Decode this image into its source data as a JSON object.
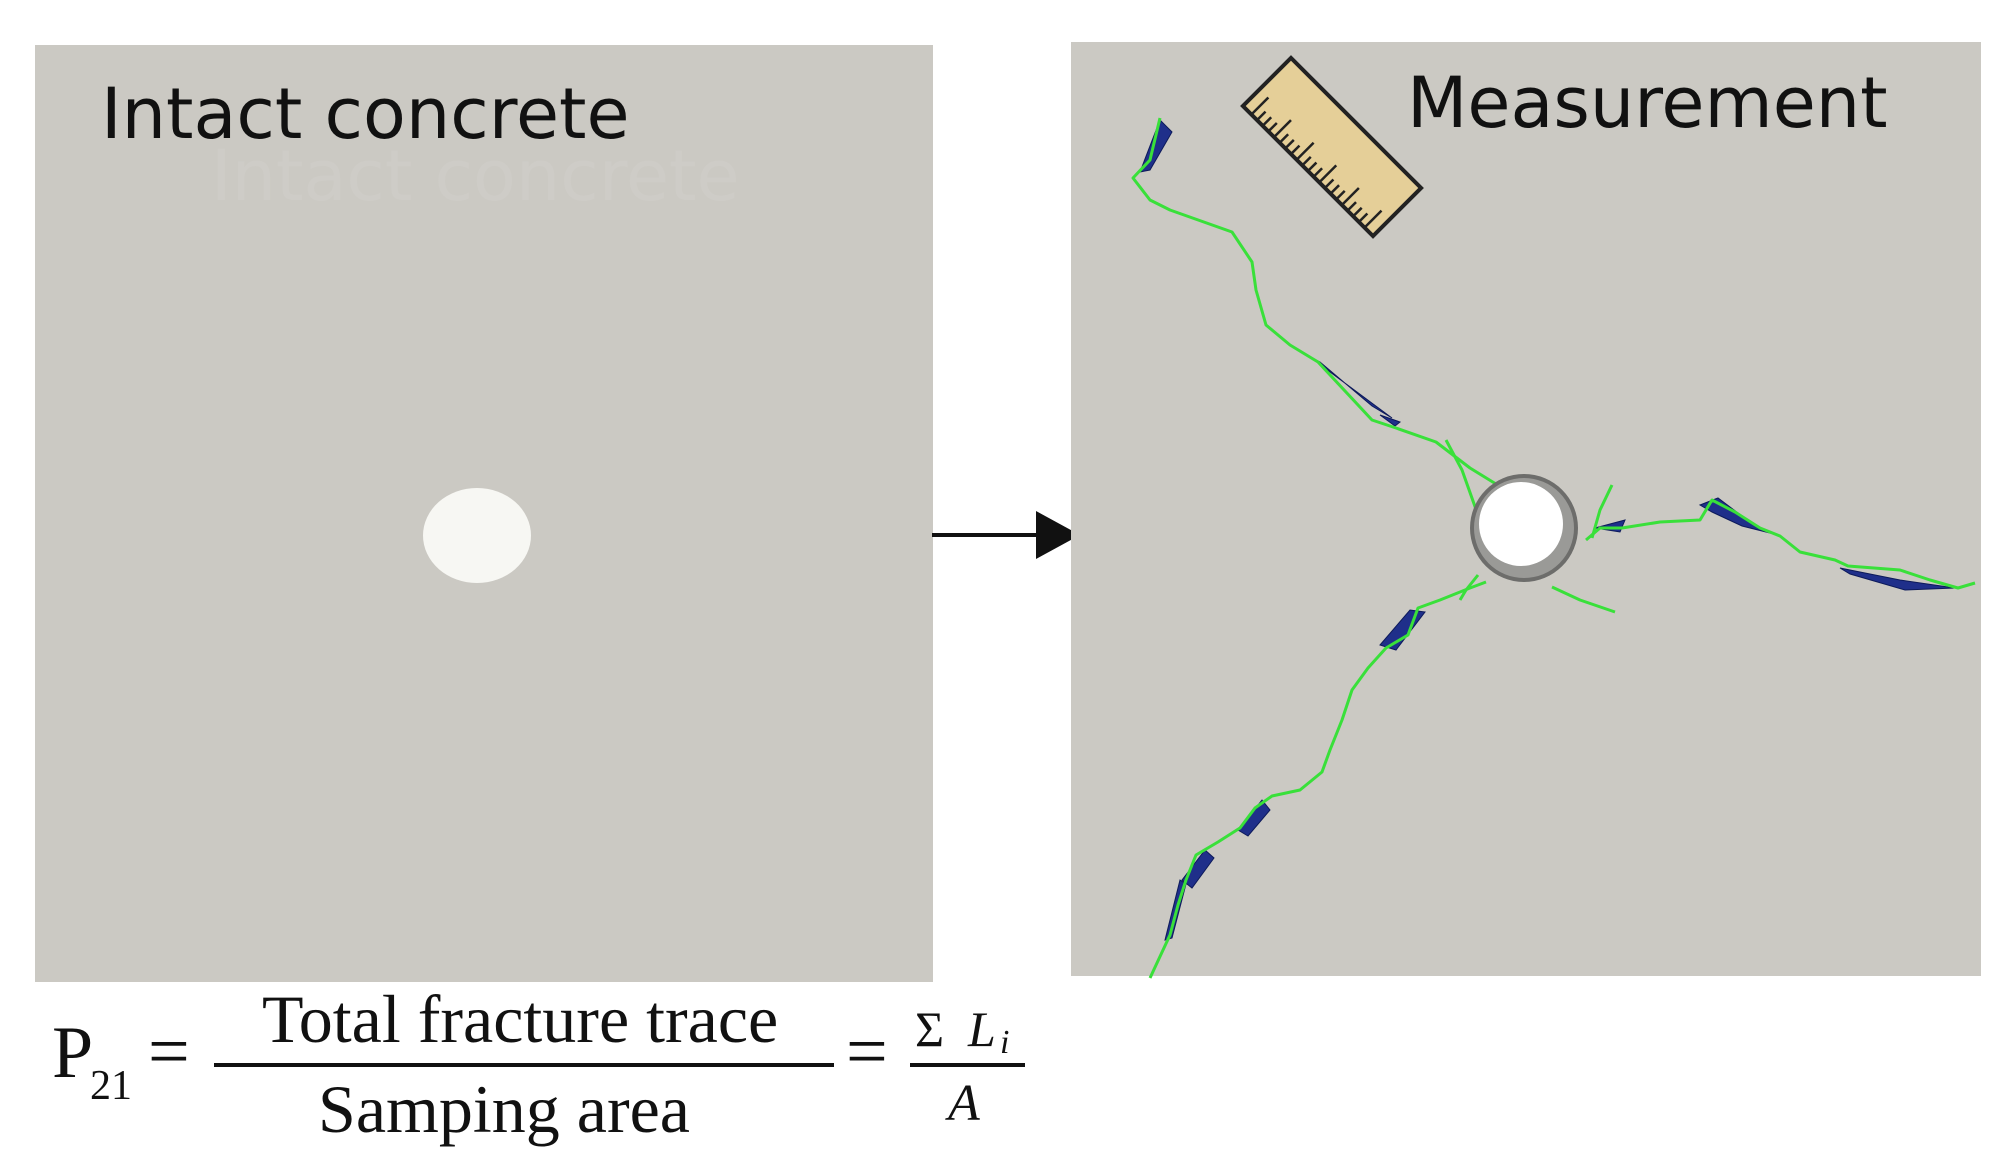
{
  "left_panel": {
    "title": "Intact concrete",
    "ghost_title": "Intact concrete"
  },
  "right_panel": {
    "title": "Measurement"
  },
  "icons": {
    "ruler": "ruler-icon",
    "arrow": "arrow-right-icon"
  },
  "colors": {
    "concrete": "#cbc9c3",
    "hole": "#f7f7f3",
    "fracture_trace": "#39e03a",
    "fracture_fill": "#1f2f8a",
    "ruler_fill": "#e5cf98"
  },
  "formula": {
    "lhs": "P",
    "lhs_subscript": "21",
    "equals": "=",
    "numerator": "Total fracture trace",
    "denominator": "Samping area",
    "sum_symbol": "Σ",
    "sum_var": "L",
    "sum_index": "i",
    "sum_denominator": "A"
  }
}
